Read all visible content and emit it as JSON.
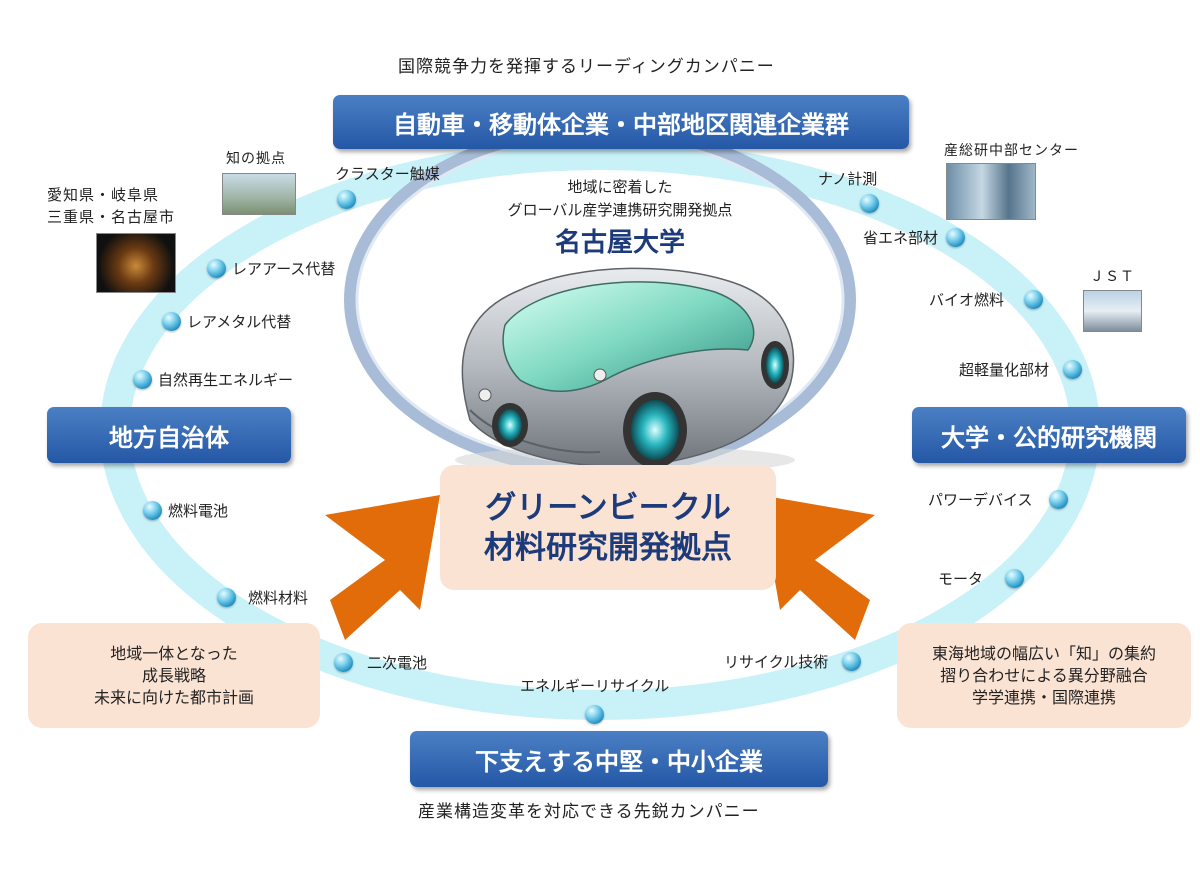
{
  "top_caption": "国際競争力を発揮するリーディングカンパニー",
  "bottom_caption": "産業構造変革を対応できる先鋭カンパニー",
  "boxes": {
    "top": "自動車・移動体企業・中部地区関連企業群",
    "left": "地方自治体",
    "right": "大学・公的研究機関",
    "bottom": "下支えする中堅・中小企業"
  },
  "center": {
    "subtitle_line1": "地域に密着した",
    "subtitle_line2": "グローバル産学連携研究開発拠点",
    "university": "名古屋大学",
    "hub_line1": "グリーンビークル",
    "hub_line2": "材料研究開発拠点"
  },
  "left_note": {
    "line1": "地域一体となった",
    "line2": "成長戦略",
    "line3": "未来に向けた都市計画"
  },
  "right_note": {
    "line1": "東海地域の幅広い「知」の集約",
    "line2": "摺り合わせによる異分野融合",
    "line3": "学学連携・国際連携"
  },
  "photos": {
    "knowledge_hub": "知の拠点",
    "prefectures_line1": "愛知県・岐阜県",
    "prefectures_line2": "三重県・名古屋市",
    "aist": "産総研中部センター",
    "jst": "ＪＳＴ"
  },
  "nodes": {
    "cluster_catalyst": "クラスター触媒",
    "rare_earth": "レアアース代替",
    "rare_metal": "レアメタル代替",
    "renewable": "自然再生エネルギー",
    "fuel_cell": "燃料電池",
    "fuel_material": "燃料材料",
    "secondary_battery": "二次電池",
    "energy_recycle": "エネルギーリサイクル",
    "recycle_tech": "リサイクル技術",
    "motor": "モータ",
    "power_device": "パワーデバイス",
    "ultralight": "超軽量化部材",
    "biofuel": "バイオ燃料",
    "energy_saving": "省エネ部材",
    "nano_measure": "ナノ計測"
  },
  "colors": {
    "outer_ring": "#c8f1f8",
    "inner_ring": "#a8bcd8",
    "box_blue": "#2f63ae",
    "peach": "#fbe3d3",
    "arrow_orange": "#e36c0a",
    "hub_text": "#1d3b7a"
  }
}
